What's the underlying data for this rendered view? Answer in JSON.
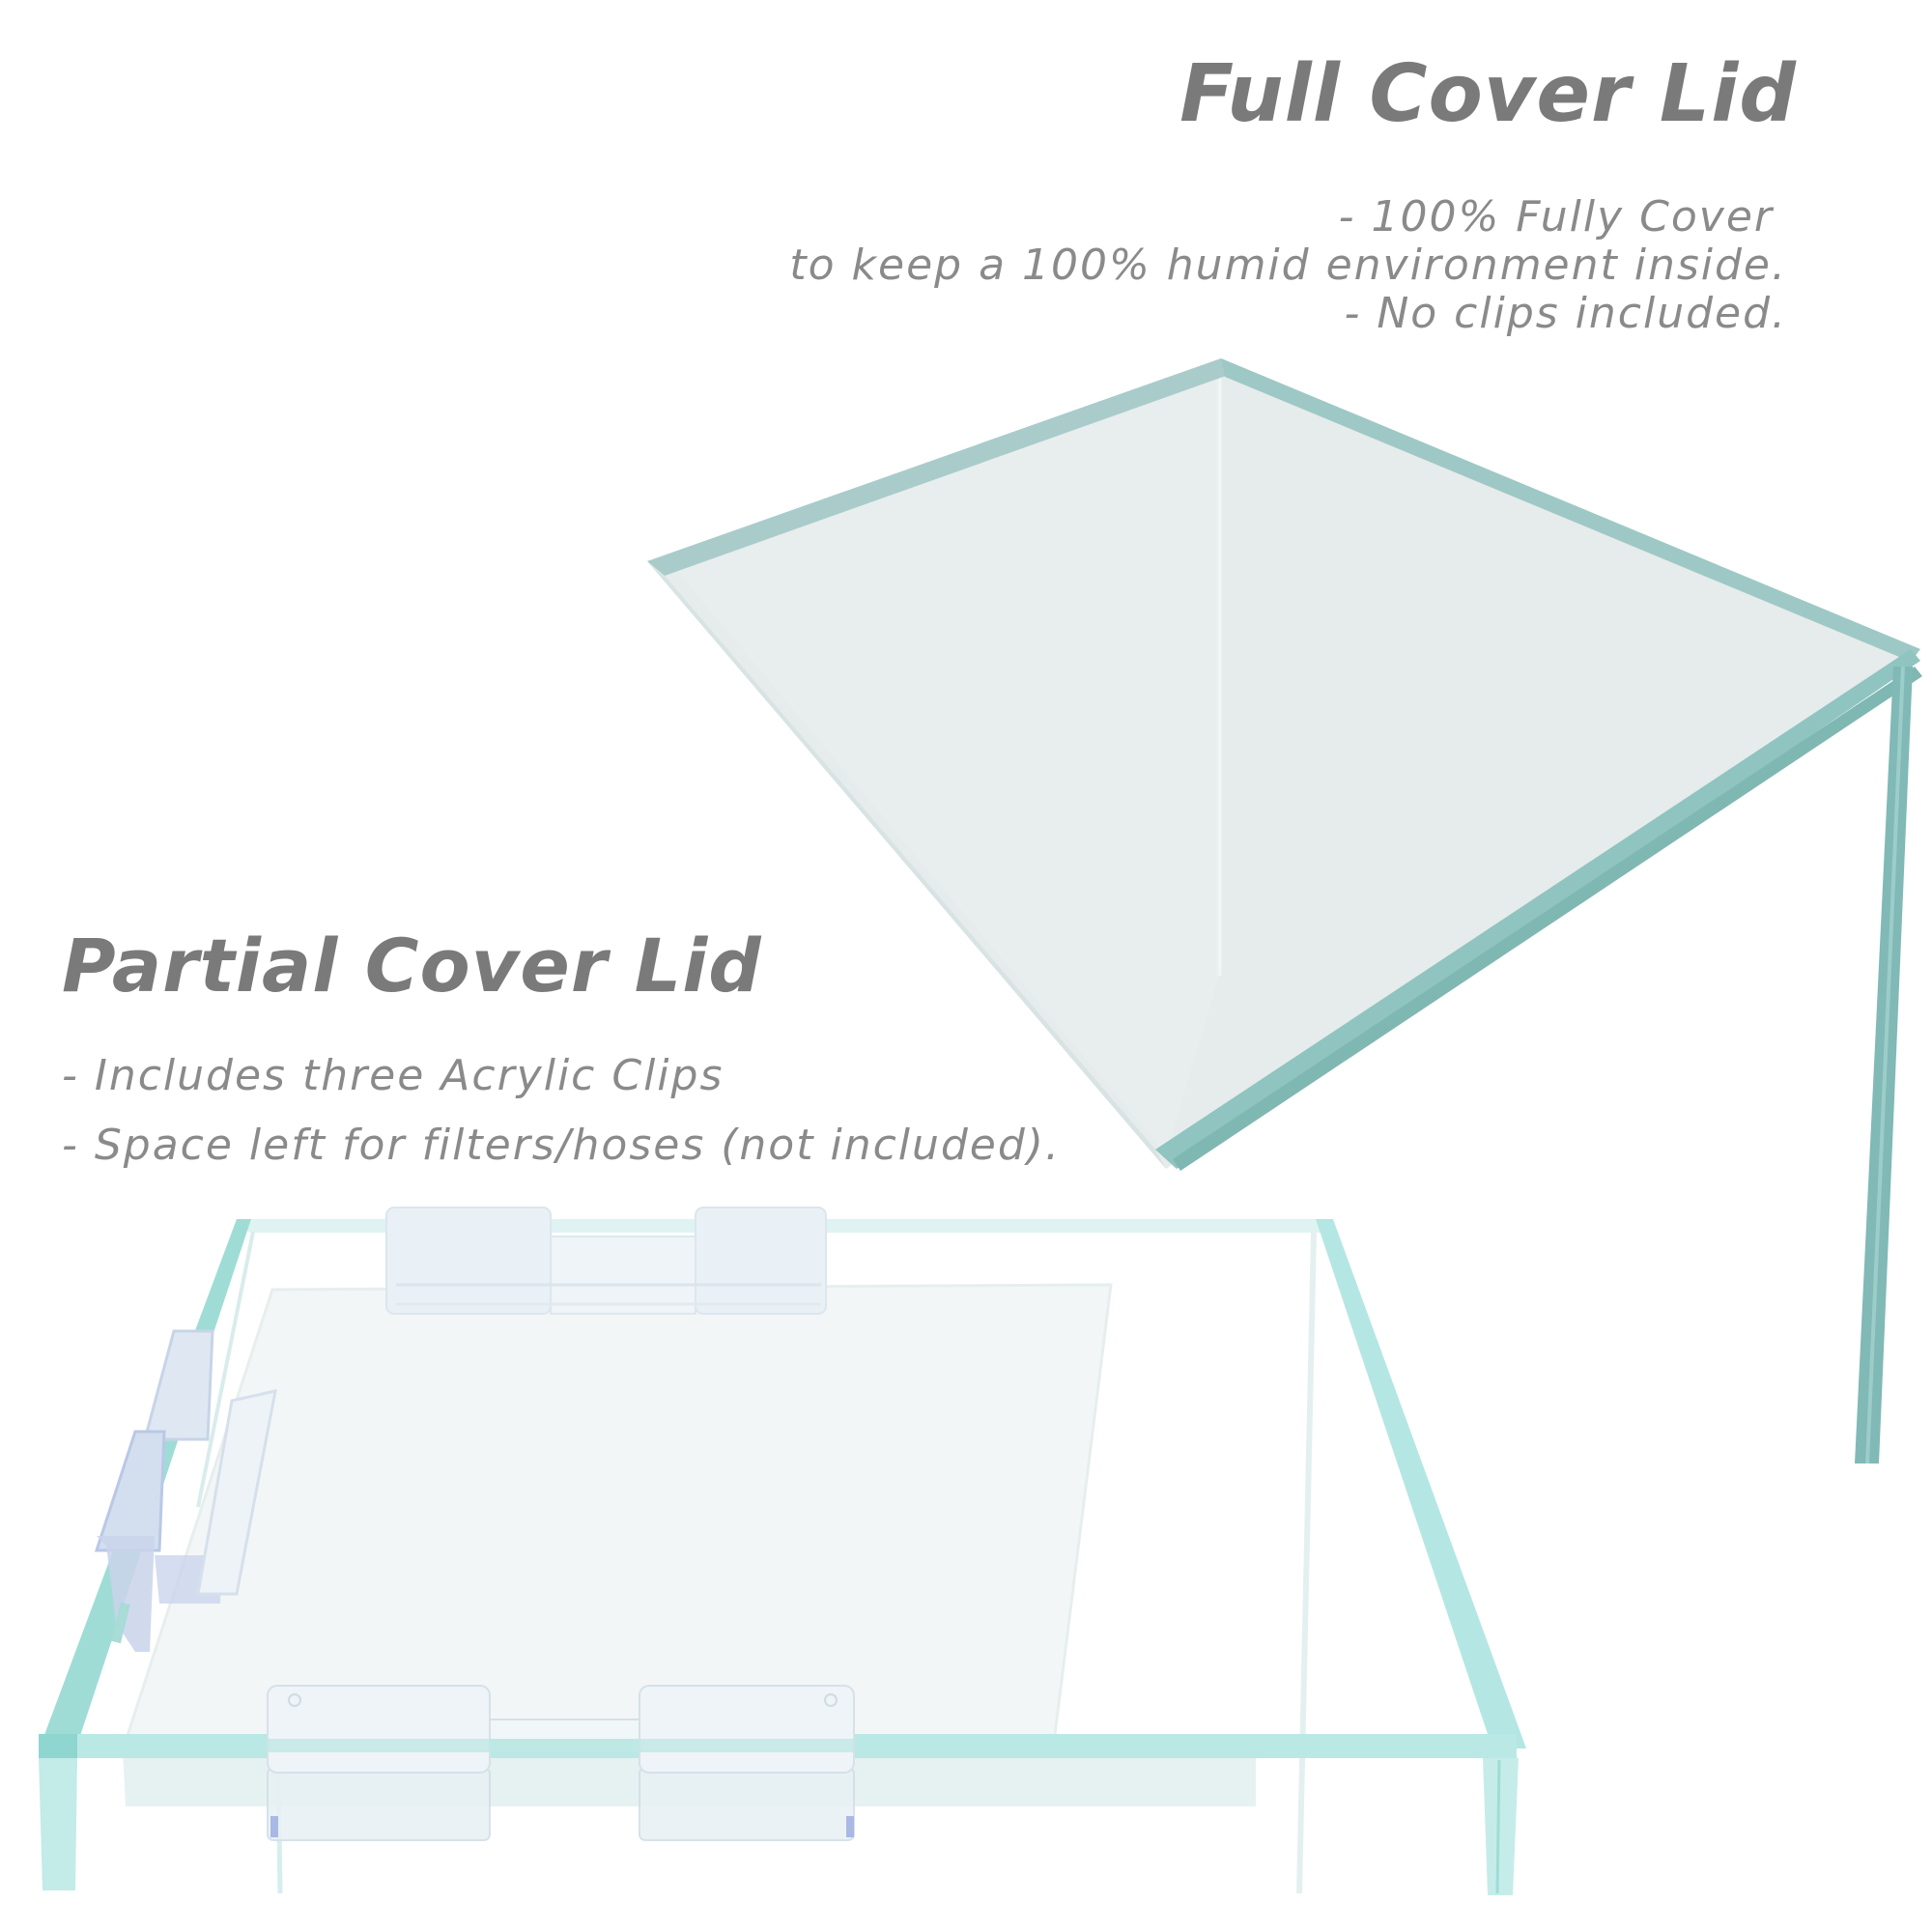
{
  "full_cover": {
    "title": "Full Cover Lid",
    "lines": [
      "- 100% Fully Cover",
      "to keep a 100% humid environment inside.",
      "- No clips included."
    ]
  },
  "partial_cover": {
    "title": "Partial Cover Lid",
    "lines": [
      "- Includes three Acrylic Clips",
      "- Space left for filters/hoses (not included)."
    ]
  },
  "colors": {
    "heading_text": "#7a7a7a",
    "body_text": "#8a8a8a",
    "glass_edge": "#8fc4c0",
    "glass_edge_dark": "#7fb7b3",
    "glass_face": "#e6ebeb",
    "partial_glass_edge": "#a6e3e0",
    "clip_tint": "#c9d3ea",
    "background": "#ffffff"
  }
}
